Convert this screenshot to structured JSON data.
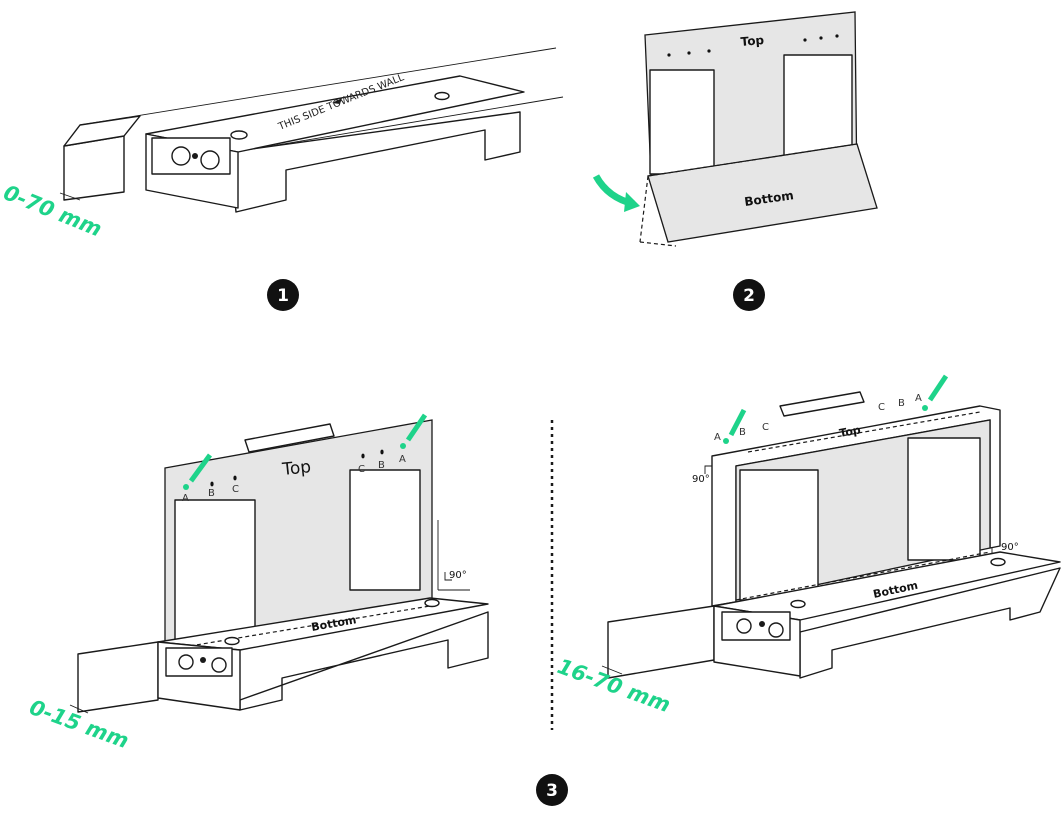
{
  "steps": [
    "1",
    "2",
    "3"
  ],
  "panel1": {
    "wall_text": "THIS SIDE TOWARDS WALL",
    "dimension": "0-70 mm"
  },
  "panel2": {
    "top_label": "Top",
    "bottom_label": "Bottom"
  },
  "panel3a": {
    "top_label": "Top",
    "bottom_label": "Bottom",
    "holes_left": [
      "A",
      "B",
      "C"
    ],
    "holes_right": [
      "C",
      "B",
      "A"
    ],
    "angle": "90°",
    "dimension": "0-15 mm"
  },
  "panel3b": {
    "top_label": "Top",
    "bottom_label": "Bottom",
    "holes_left": [
      "A",
      "B",
      "C"
    ],
    "holes_right": [
      "C",
      "B",
      "A"
    ],
    "angle_left": "90°",
    "angle_right": "90°",
    "dimension": "16-70 mm"
  },
  "colors": {
    "accent": "#1ed38a",
    "paper": "#e6e6e6",
    "ink": "#1a1a1a"
  }
}
